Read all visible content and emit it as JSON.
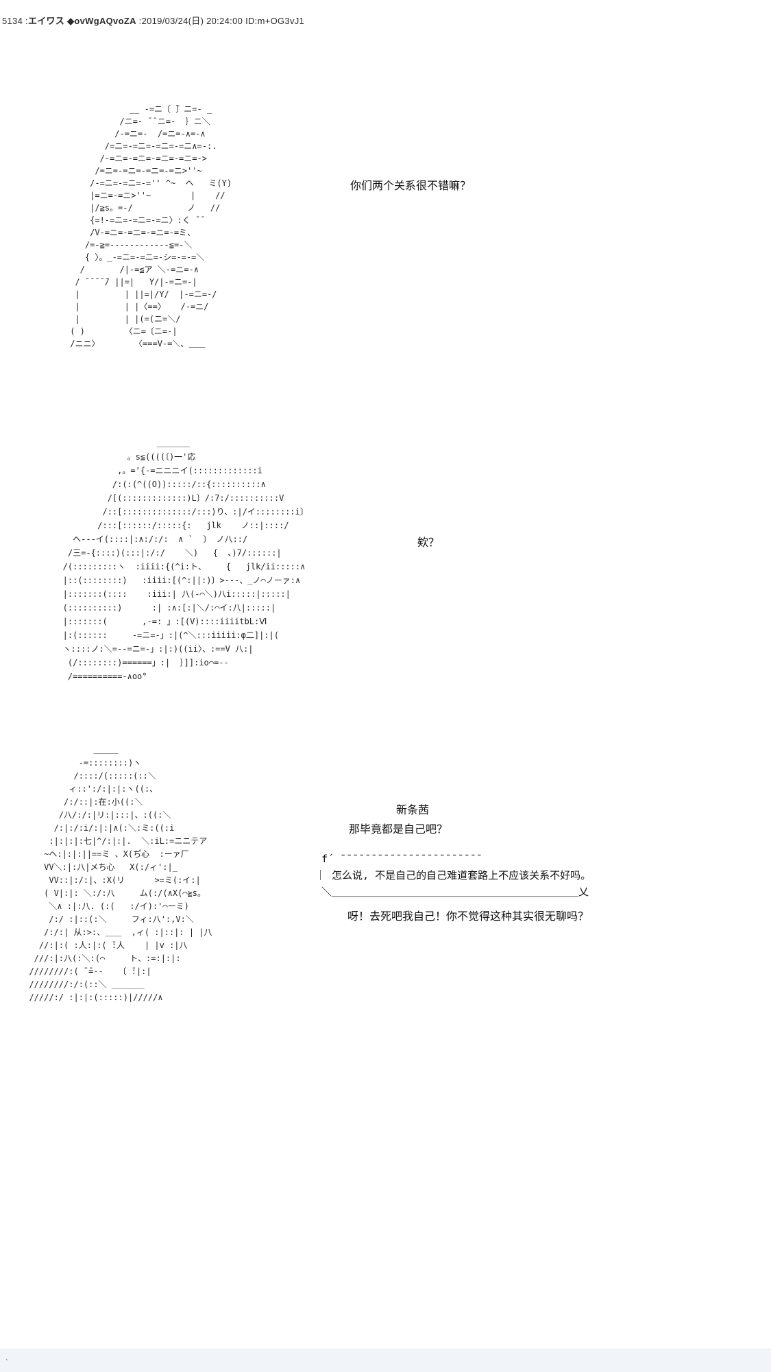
{
  "header": {
    "post_no": "5134",
    "sep1": " :",
    "name": "エイワス",
    "space1": " ",
    "tripcode": "◆ovWgAQvoZA",
    "sep2": " :",
    "datetime": "2019/03/24(日) 20:24:00",
    "space2": " ",
    "id": "ID:m+OG3vJ1"
  },
  "dialogues": {
    "d1": "你们两个关系很不错嘛？",
    "d2": "欸？",
    "speaker": "新条茜",
    "d3": "那毕竟都是自己吧？",
    "d4": "呀！去死吧我自己！你不觉得这种其实很无聊吗？"
  },
  "bubble": {
    "lines": [
      " f´ ̄ ̄ ̄ ̄ ̄ ̄ ̄ ̄ ̄ ̄ ̄ ̄ ̄ ̄ ̄ ̄ ̄ ̄ ̄ ̄ ̄ ̄ ̄",
      "｜ 怎么说, 不是自己的自己难道套路上不应该关系不好吗。",
      " ＼＿＿＿＿＿＿＿＿＿＿＿＿＿＿＿＿＿＿＿＿＿＿＿＿乂"
    ]
  },
  "ascii_art": {
    "block1": [
      "             __ -=ニ〔 ̄〕ニ=- _",
      "           /ニ=- ̄ ̄ ニ=-  ｝ニ＼",
      "          /-=ニ=-  /=ニ=-∧=-∧",
      "        /=ニ=-=ニ=-=ニ=-=ニ∧=-:.",
      "       /-=ニ=-=ニ=-=ニ=-=ニ=->",
      "      /=ニ=-=ニ=-=ニ=-=ニ>''~",
      "     /-=ニ=-=ニ=-='' ^~  ヘ   ミ(Y)",
      "     |=ニ=-=ニ>''~        |    //",
      "     |/≧s。=-/           ノ   //",
      "     {=!-=ニ=-=ニ=-=ニ〉:く ̄ ̄",
      "     /V-=ニ=-=ニ=-=ニ=-=ミ、",
      "    /=-≧=------------≦=-＼",
      "    { 〉。_-=ニ=-=ニ=-シ=-=-=＼",
      "   /       /|-=≦ア ＼-=ニ=-∧",
      "  / ̄ ̄ ̄ ̄ ̄/ ||=|   Y/|-=ニ=-|",
      "  |         | ||=|/Y/  |-=ニ=-/",
      "  |         | |〈==〉   /-=ニ/",
      "  |         | |(=(ニ=＼/",
      " ( )        〈ニ=〔ニ=-|",
      " /ニニ〉       〈===V-=＼、＿＿"
    ],
    "block2": [
      "                      ＿＿＿＿",
      "                。s≦((((〔)一'応",
      "              ,。='{-=ニニニイ(:::::::::::::i",
      "             /:(:(^((O)):::::/::{::::::::::∧",
      "            /[(:::::::::::::)L〕/:7:/::::::::::V",
      "           /::[::::::::::::::/:::)り、:|/イ::::::::i〕",
      "          /:::[::::::/:::::{:   jlk    ノ::|::::/",
      "     ヘ---イ(::::|:∧:/:/:  ∧ `  〕 ノ八::/",
      "    /三=-{::::)(:::|:/:/    ＼)   {  、)7/::::::|",
      "   /(:::::::::ヽ  :iiii:{(^i:ト、    {   jlk/ii:::::∧",
      "   |::(::::::::)   :iiii:[(^:||:)〕>---、_ノ⌒ノーァ:∧",
      "   |:::::::(::::    :iii:| 八(-⌒＼)八i:::::|:::::|",
      "   (::::::::::)      :| :∧:[:|＼/:⌒イ:八|:::::|",
      "   |:::::::(       ,-=: 」:[(V)::::iiiitbL:Ⅵ",
      "   |:(::::::     -=ニ=-」:|(^＼:::iiiii:φ二]|:|(",
      "   ヽ::::ノ:＼=--=ニ=-」:|:)((ii〉、:==V 八:|",
      "    (/::::::::)======」:|  ｝]]:io⌒=--",
      "    /==========-∧oo°"
    ],
    "block3": [
      "               ＿＿＿",
      "            -=::::::::)ヽ",
      "           /::::/(:::::(::＼",
      "          ィ::':/:|:|:ヽ((:、",
      "         /:/::|:在:小((:＼",
      "        /八/:/:|リ:|:::|、:((:＼",
      "       /:|:/:i/:|:|∧(:＼:ミ:((:i",
      "      :|:|:|:七|^/:|:|.  ＼:iL:=ニニテア",
      "     ~ヘ:|:|:||==ミ 、X(ち゚心  :ーァ厂",
      "     VV＼:|:八|メち心   X(:/ィ':|_",
      "      VV::|:/:|、:X(リ      >=ミ(:イ:|",
      "     ( V|:|: ＼:/:八     ム(:/(∧X(⌒≧s。",
      "      ＼∧ :|:八. (:(   :/イ):'⌒ーミ)",
      "      /:/ :|::(:＼     フィ:八':,V:＼",
      "     /:/:| 从:>:、＿＿  ,ィ( :|::|: | |八",
      "    //:|:( :人:|:( ̄:人    | |v :|八",
      "   ///:|:八(:＼:(⌒     ト、:=:|:|:",
      "  ////////:( ̄ ̄=--   〔 ̄:|:|",
      "  ////////:/:(::＼ ＿＿＿＿",
      "  /////:/ :|:|:(:::::)|/////∧"
    ]
  },
  "footer": {
    "mark": "`"
  }
}
